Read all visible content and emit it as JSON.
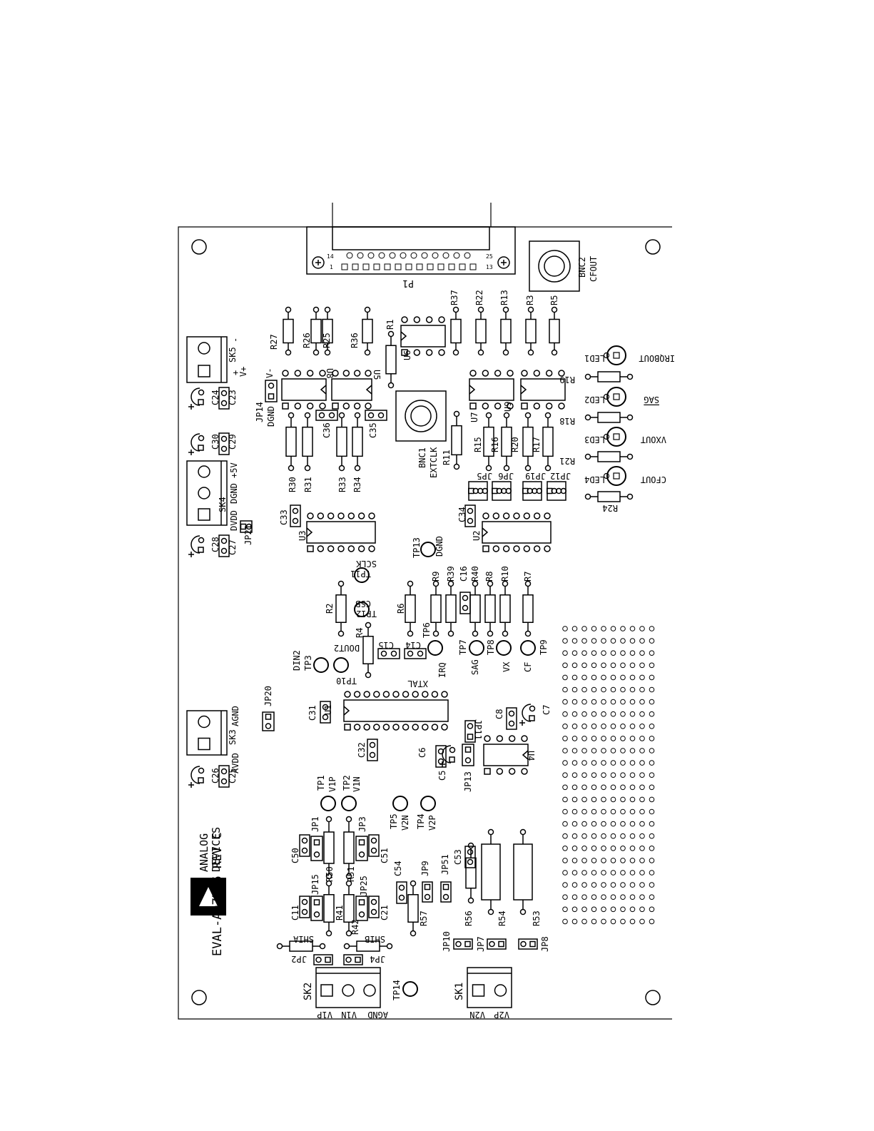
{
  "board": {
    "title": "EVAL-AD7756 REV C",
    "brand_line1": "ANALOG",
    "brand_line2": "DEVICES",
    "logo_icon": "triangle-logo-icon"
  },
  "connector": {
    "ref": "P1",
    "pin_1": "1",
    "pin_13": "13",
    "pin_14": "14",
    "pin_25": "25"
  },
  "labels": {
    "BNC2": "BNC2",
    "CFOUT": "CFOUT",
    "BNC1": "BNC1",
    "EXTCLK": "EXTCLK",
    "R1": "R1",
    "R2": "R2",
    "R3": "R3",
    "R4": "R4",
    "R5": "R5",
    "R6": "R6",
    "R7": "R7",
    "R8": "R8",
    "R9": "R9",
    "R10": "R10",
    "R11": "R11",
    "R13": "R13",
    "R15": "R15",
    "R16": "R16",
    "R17": "R17",
    "R18": "R18",
    "R19": "R19",
    "R20": "R20",
    "R21": "R21",
    "R22": "R22",
    "R24": "R24",
    "R25": "R25",
    "R26": "R26",
    "R27": "R27",
    "R30": "R30",
    "R31": "R31",
    "R33": "R33",
    "R34": "R34",
    "R36": "R36",
    "R37": "R37",
    "R39": "R39",
    "R40": "R40",
    "R41": "R41",
    "R42": "R42",
    "R50": "R50",
    "R51": "R51",
    "R53": "R53",
    "R54": "R54",
    "R56": "R56",
    "R57": "R57",
    "U1": "U1",
    "U2": "U2",
    "U3": "U3",
    "U4": "U4",
    "U5": "U5",
    "U6": "U6",
    "U7": "U7",
    "U8": "U8",
    "U9": "U9",
    "C5": "C5",
    "C6": "C6",
    "C7": "C7",
    "C8": "C8",
    "C11": "C11",
    "C14": "C14",
    "C15": "C15",
    "C16": "C16",
    "C21": "C21",
    "C23": "C23",
    "C24": "C24",
    "C25": "C25",
    "C26": "C26",
    "C27": "C27",
    "C28": "C28",
    "C29": "C29",
    "C30": "C30",
    "C31": "C31",
    "C32": "C32",
    "C33": "C33",
    "C34": "C34",
    "C35": "C35",
    "C36": "C36",
    "C50": "C50",
    "C51": "C51",
    "C53": "C53",
    "C54": "C54",
    "JP1": "JP1",
    "JP2": "JP2",
    "JP3": "JP3",
    "JP4": "JP4",
    "JP5": "JP5",
    "JP6": "JP6",
    "JP7": "JP7",
    "JP8": "JP8",
    "JP9": "JP9",
    "JP10": "JP10",
    "JP11": "JP11",
    "JP12": "JP12",
    "JP13": "JP13",
    "JP14": "JP14",
    "JP15": "JP15",
    "JP19": "JP19",
    "JP20": "JP20",
    "JP21": "JP21",
    "JP25": "JP25",
    "JP51": "JP51",
    "TP1": "TP1",
    "TP2": "TP2",
    "TP3": "TP3",
    "TP4": "TP4",
    "TP5": "TP5",
    "TP6": "TP6",
    "TP7": "TP7",
    "TP8": "TP8",
    "TP9": "TP9",
    "TP10": "TP10",
    "TP11": "TP11",
    "TP12": "TP12",
    "TP13": "TP13",
    "TP14": "TP14",
    "LED1": "LED1",
    "LED2": "LED2",
    "LED3": "LED3",
    "LED4": "LED4",
    "IRQBOUT": "IRQBOUT",
    "SAG": "SAG",
    "VXOUT": "VXOUT",
    "CFOUT2": "CFOUT",
    "SK1": "SK1",
    "SK2": "SK2",
    "SK3": "SK3",
    "SK4": "SK4",
    "SK5": "SK5",
    "plus5V": "+5V",
    "DGND": "DGND",
    "DVDD": "DVDD",
    "AVDD": "AVDD",
    "AGND": "AGND",
    "VPLUS": "V+",
    "VMINUS": "V-",
    "MINUS": "-",
    "PLUS": "+",
    "DGND_JP14": "DGND",
    "SCLK": "SCLK",
    "CSB": "CSB",
    "DOUT2": "DOUT2",
    "DIN2": "DIN2",
    "XTAL": "XTAL",
    "IRQ": "IRQ",
    "SAG2": "SAG",
    "VX": "VX",
    "CF": "CF",
    "DGND_TP13": "DGND",
    "V1P": "V1P",
    "V1N": "V1N",
    "V2N": "V2N",
    "V2P": "V2P",
    "V1P_SK2": "V1P",
    "V1N_SK2": "V1N",
    "AGND_SK2": "AGND",
    "V2N_SK1": "V2N",
    "V2P_SK1": "V2P",
    "SHIA": "SHIA",
    "SHIB": "SHIB"
  }
}
